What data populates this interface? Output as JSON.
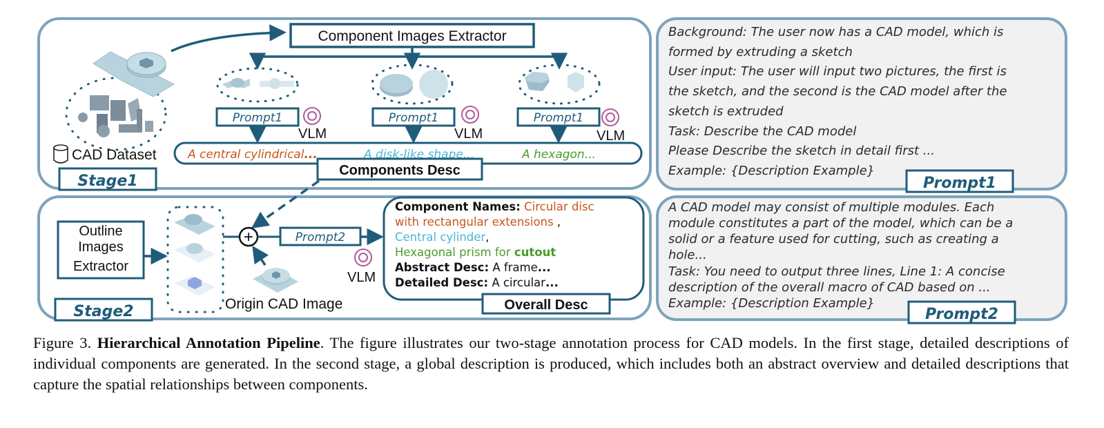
{
  "stage1": {
    "label": "Stage1",
    "extractor_label": "Component Images Extractor",
    "dataset_label": "CAD Dataset",
    "prompt_labels": [
      "Prompt1",
      "Prompt1",
      "Prompt1"
    ],
    "vlm_labels": [
      "VLM",
      "VLM",
      "VLM"
    ],
    "component_descs": [
      "A central cylindrical",
      "...",
      "A disk-like shape...",
      "A hexagon..."
    ],
    "components_desc_label": "Components Desc"
  },
  "stage2": {
    "label": "Stage2",
    "outline_extractor_lines": [
      "Outline",
      "Images",
      "Extractor"
    ],
    "plus_symbol": "+",
    "prompt_label": "Prompt2",
    "vlm_label": "VLM",
    "origin_label": "Origin CAD Image",
    "overall_label": "Overall Desc",
    "overall": {
      "names_key": "Component Names:",
      "name1a": "Circular disc",
      "name1b": "with rectangular extensions",
      "comma": ",",
      "name2": "Central cylinder",
      "comma2": ",",
      "name3_prefix": "Hexagonal prism for",
      "name3_bold": "cutout",
      "abstract_key": "Abstract Desc:",
      "abstract_val": "A frame",
      "abstract_end": "...",
      "detailed_key": "Detailed Desc:",
      "detailed_val": "A circular",
      "detailed_end": "..."
    }
  },
  "prompt1": {
    "label": "Prompt1",
    "lines": [
      "Background: The user now has a CAD model, which is",
      "formed by extruding a sketch",
      "User input: The user will input two pictures, the first is",
      "the sketch, and the second is the CAD model after the",
      "sketch is extruded",
      "Task: Describe the CAD model",
      "Please Describe the sketch in detail first ...",
      "Example: {Description Example}"
    ]
  },
  "prompt2": {
    "label": "Prompt2",
    "lines": [
      "A CAD model may consist of multiple modules. Each",
      "module constitutes a part of the model, which can be a",
      "solid or a feature used for cutting, such as creating a",
      "hole...",
      "Task: You need to output three lines, Line 1: A concise",
      "description of the overall macro of CAD based on ...",
      "Example: {Description Example}"
    ]
  },
  "caption": {
    "prefix": "Figure 3.",
    "title": "Hierarchical Annotation Pipeline",
    "text": ". The figure illustrates our two-stage annotation process for CAD models. In the first stage, detailed descriptions of individual components are generated. In the second stage, a global description is produced, which includes both an abstract overview and detailed descriptions that capture the spatial relationships between components."
  },
  "colors": {
    "panel_border": "#7ea3bb",
    "dark_teal": "#1f5c7a",
    "orange_text": "#c7561b",
    "cyan_text": "#4bb5d8",
    "green_text": "#4a9c2e",
    "part_fill": "#b9d3de"
  }
}
